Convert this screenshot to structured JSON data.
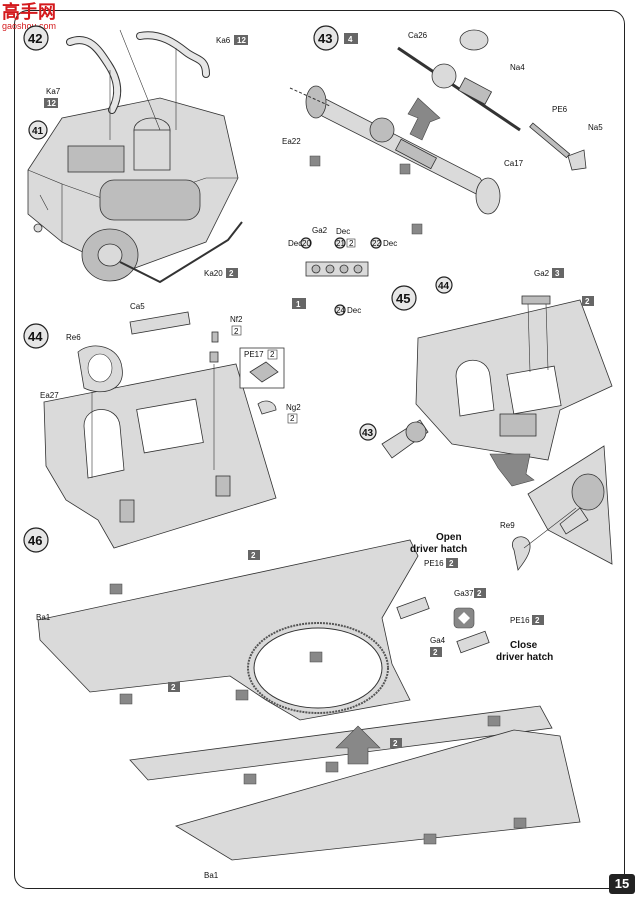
{
  "watermark": {
    "main": "高手网",
    "sub": "gaoshou.com"
  },
  "page_number": "15",
  "steps": {
    "s42": "42",
    "s43": "43",
    "s44": "44",
    "s45": "45",
    "s46": "46",
    "ref41": "41",
    "ref43": "43",
    "ref44": "44"
  },
  "labels": {
    "ka6": "Ka6",
    "ka6_q": "12",
    "ka7": "Ka7",
    "ka7_q": "12",
    "ka20": "Ka20",
    "ka20_q": "2",
    "ea22": "Ea22",
    "ca26": "Ca26",
    "na4": "Na4",
    "pe6": "PE6",
    "na5": "Na5",
    "ca17": "Ca17",
    "s43_q": "4",
    "ga2_a": "Ga2",
    "dec": "Dec",
    "dec20": "20",
    "dec21": "21",
    "dec22": "22",
    "dec24": "24",
    "x2": "2",
    "dec_q": "1",
    "ca5": "Ca5",
    "re6": "Re6",
    "nf2": "Nf2",
    "nf2_q": "2",
    "pe17": "PE17",
    "pe17_q": "2",
    "ea27": "Ea27",
    "ng2": "Ng2",
    "ng2_q": "2",
    "ga2_b": "Ga2",
    "ga2_b_q": "3",
    "s45_q": "2",
    "re9": "Re9",
    "open": "Open",
    "driver_hatch_1": "driver hatch",
    "pe16_a": "PE16",
    "pe16_a_q": "2",
    "ga37": "Ga37",
    "ga37_q": "2",
    "pe16_b": "PE16",
    "pe16_b_q": "2",
    "ga4": "Ga4",
    "ga4_q": "2",
    "close": "Close",
    "driver_hatch_2": "driver hatch",
    "ba1_a": "Ba1",
    "ba1_b": "Ba1",
    "s46_q1": "2",
    "s46_q2": "2",
    "s46_q3": "2"
  }
}
